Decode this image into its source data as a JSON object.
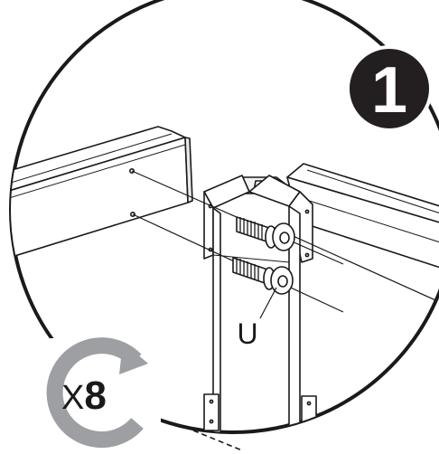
{
  "step": {
    "number": "1"
  },
  "part": {
    "label": "U"
  },
  "repeat": {
    "prefix": "X",
    "count": "8"
  },
  "colors": {
    "ink": "#1a1a1a",
    "badge": "#231f20",
    "badge_text": "#ffffff",
    "repeat_arrow": "#9d9fa2",
    "paper": "#ffffff"
  }
}
